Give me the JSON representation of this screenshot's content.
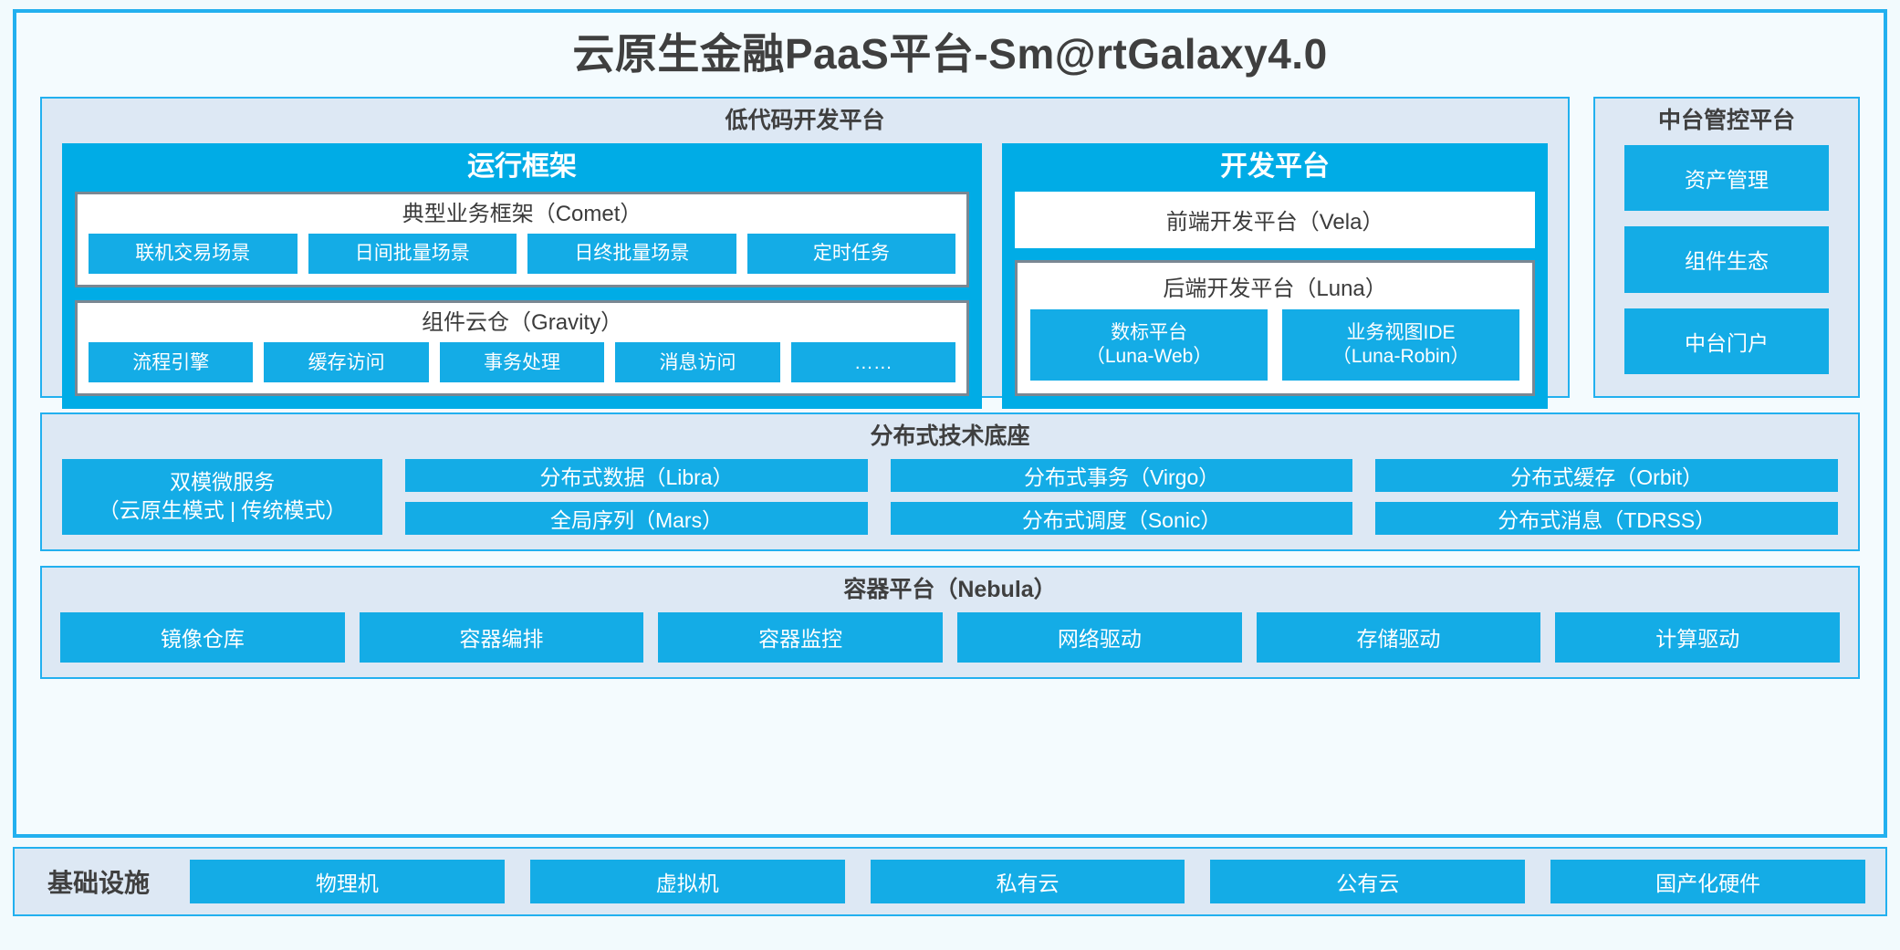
{
  "app": {
    "title": "云原生金融PaaS平台-Sm@rtGalaxy4.0",
    "accent_blue": "#00ace6",
    "chip_blue": "#14ace6",
    "panel_bg": "#dde8f4",
    "panel_border": "#22b0ef",
    "page_bg": "#f2fafd",
    "box_border_gray": "#7a8792"
  },
  "lowcode": {
    "title": "低代码开发平台",
    "runtime": {
      "title": "运行框架",
      "groups": [
        {
          "title": "典型业务框架（Comet）",
          "items": [
            "联机交易场景",
            "日间批量场景",
            "日终批量场景",
            "定时任务"
          ]
        },
        {
          "title": "组件云仓（Gravity）",
          "items": [
            "流程引擎",
            "缓存访问",
            "事务处理",
            "消息访问",
            "……"
          ]
        }
      ]
    },
    "devplatform": {
      "title": "开发平台",
      "frontend": "前端开发平台（Vela）",
      "backend": {
        "title": "后端开发平台（Luna）",
        "items": [
          {
            "name": "数标平台",
            "code": "（Luna-Web）"
          },
          {
            "name": "业务视图IDE",
            "code": "（Luna-Robin）"
          }
        ]
      }
    }
  },
  "midcontrol": {
    "title": "中台管控平台",
    "items": [
      "资产管理",
      "组件生态",
      "中台门户"
    ]
  },
  "foundation": {
    "title": "分布式技术底座",
    "wide": {
      "line1": "双模微服务",
      "line2": "（云原生模式 | 传统模式）"
    },
    "columns": [
      [
        "分布式数据（Libra）",
        "全局序列（Mars）"
      ],
      [
        "分布式事务（Virgo）",
        "分布式调度（Sonic）"
      ],
      [
        "分布式缓存（Orbit）",
        "分布式消息（TDRSS）"
      ]
    ]
  },
  "container": {
    "title": "容器平台（Nebula）",
    "items": [
      "镜像仓库",
      "容器编排",
      "容器监控",
      "网络驱动",
      "存储驱动",
      "计算驱动"
    ]
  },
  "infrastructure": {
    "label": "基础设施",
    "items": [
      "物理机",
      "虚拟机",
      "私有云",
      "公有云",
      "国产化硬件"
    ]
  }
}
